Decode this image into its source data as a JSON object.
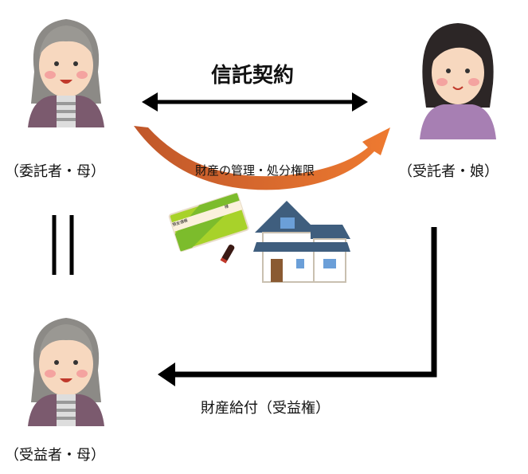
{
  "trust_contract": "信託契約",
  "settlor_label": "（委託者・母）",
  "trustee_label": "（受託者・娘）",
  "beneficiary_label": "（受益者・母）",
  "management_label": "財産の管理・処分権限",
  "benefit_label": "財産給付（受益権）",
  "bankbook": {
    "title": "預金通帳",
    "suffix": "様"
  },
  "colors": {
    "orange": "#e8702a",
    "black": "#000000"
  }
}
